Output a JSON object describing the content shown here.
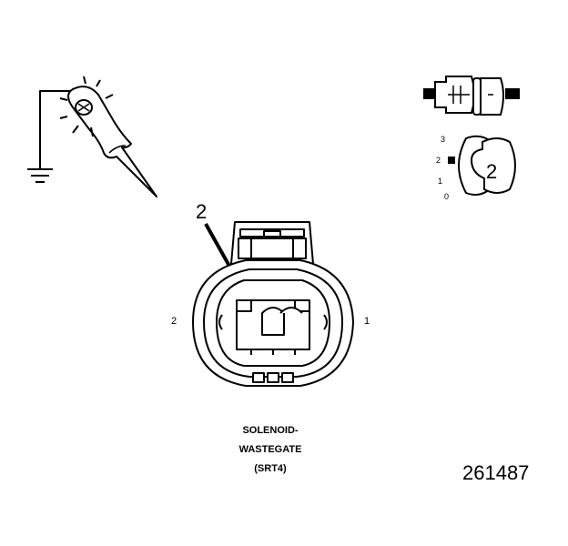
{
  "connector": {
    "callout_number": "2",
    "pin_left": "2",
    "pin_right": "1",
    "name_line1": "SOLENOID-",
    "name_line2": "WASTEGATE",
    "name_line3": "(SRT4)"
  },
  "inset": {
    "positions": [
      "3",
      "2",
      "1",
      "0"
    ],
    "terminal_label": "2"
  },
  "figure_number": "261487",
  "icons": {
    "probe": "test-probe-icon",
    "ground": "ground-symbol-icon"
  }
}
